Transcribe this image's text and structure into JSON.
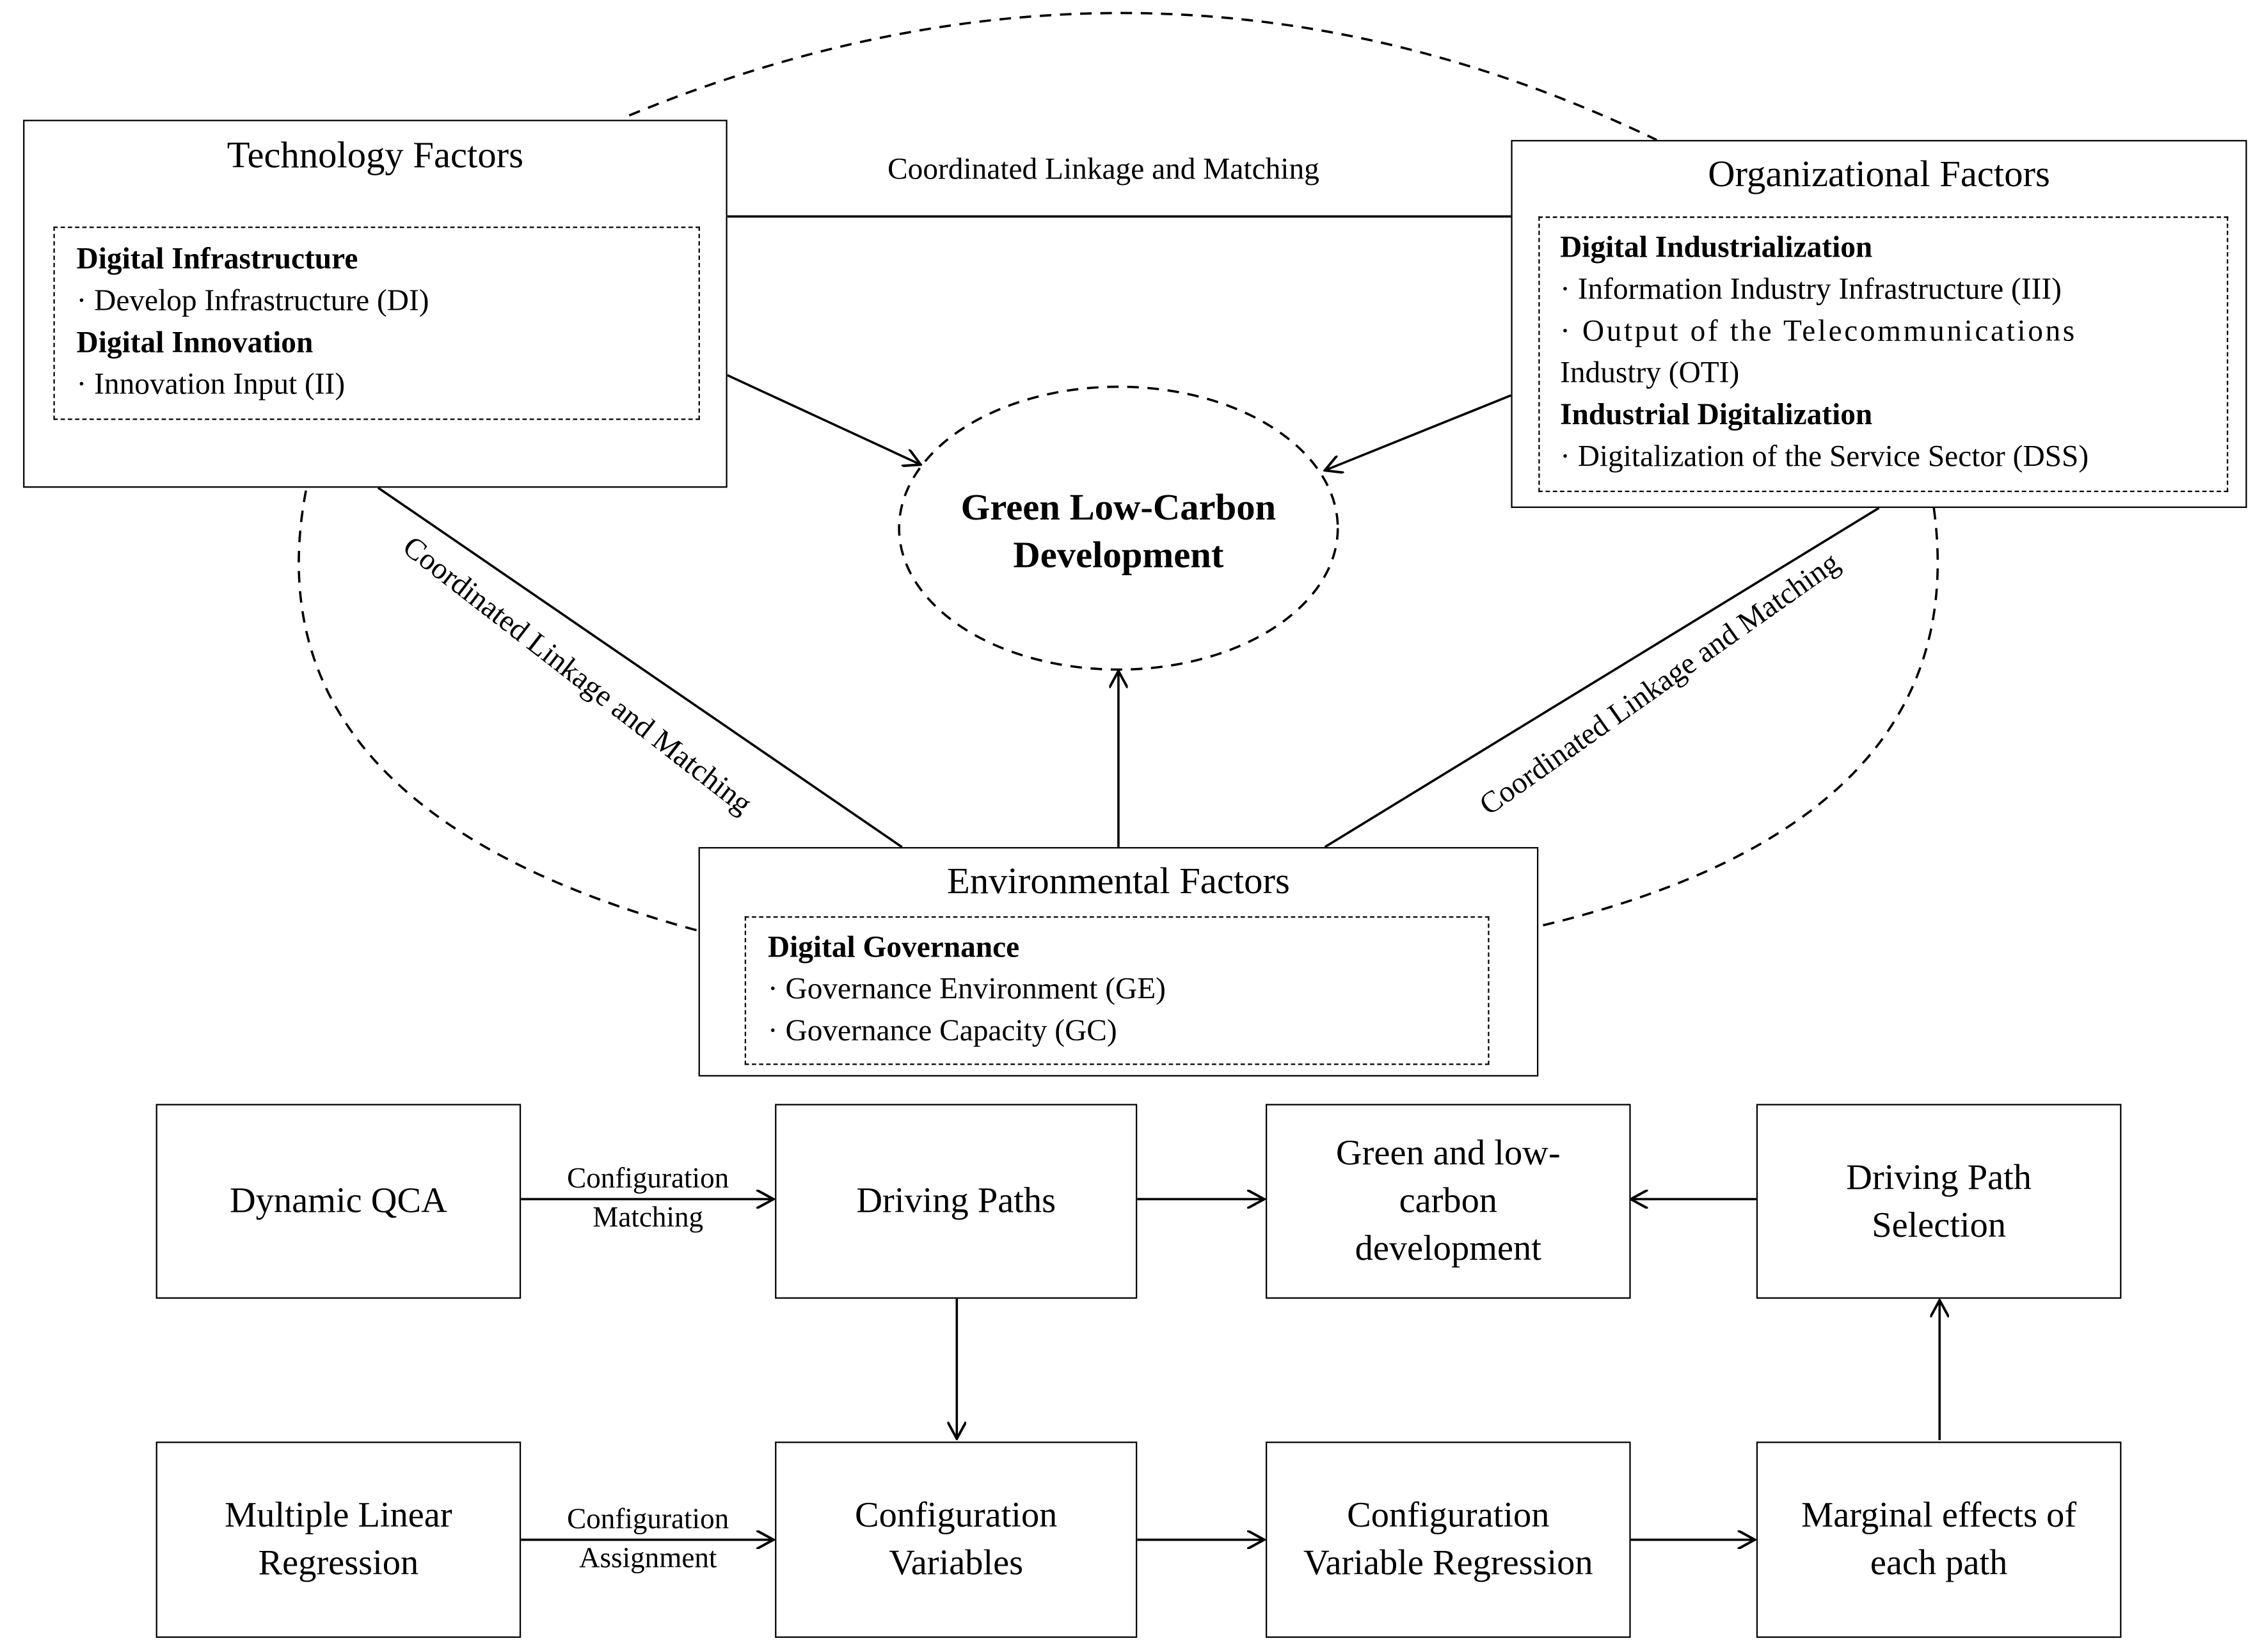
{
  "tof": {
    "technology": {
      "title": "Technology Factors",
      "group1_title": "Digital Infrastructure",
      "group1_item1": "· Develop Infrastructure (DI)",
      "group2_title": "Digital Innovation",
      "group2_item1": "· Innovation Input (II)"
    },
    "organizational": {
      "title": "Organizational Factors",
      "group1_title": "Digital Industrialization",
      "group1_item1": "· Information Industry Infrastructure (III)",
      "group1_item2a": "· Output of the Telecommunications",
      "group1_item2b": "Industry (OTI)",
      "group2_title": "Industrial Digitalization",
      "group2_item1": "· Digitalization of the Service Sector (DSS)"
    },
    "environmental": {
      "title": "Environmental Factors",
      "group1_title": "Digital Governance",
      "group1_item1": "· Governance Environment (GE)",
      "group1_item2": "· Governance Capacity (GC)"
    },
    "center": {
      "line1": "Green Low-Carbon",
      "line2": "Development"
    },
    "link_top": "Coordinated Linkage and Matching",
    "link_left": "Coordinated Linkage and Matching",
    "link_right": "Coordinated Linkage and Matching"
  },
  "flow": {
    "dynamic_qca": "Dynamic QCA",
    "driving_paths": "Driving Paths",
    "green_line1": "Green and low-",
    "green_line2": "carbon",
    "green_line3": "development",
    "selection_line1": "Driving Path",
    "selection_line2": "Selection",
    "mlr_line1": "Multiple Linear",
    "mlr_line2": "Regression",
    "config_vars_line1": "Configuration",
    "config_vars_line2": "Variables",
    "config_reg_line1": "Configuration",
    "config_reg_line2": "Variable Regression",
    "marginal_line1": "Marginal effects of",
    "marginal_line2": "each path",
    "edge_matching_line1": "Configuration",
    "edge_matching_line2": "Matching",
    "edge_assignment_line1": "Configuration",
    "edge_assignment_line2": "Assignment"
  }
}
